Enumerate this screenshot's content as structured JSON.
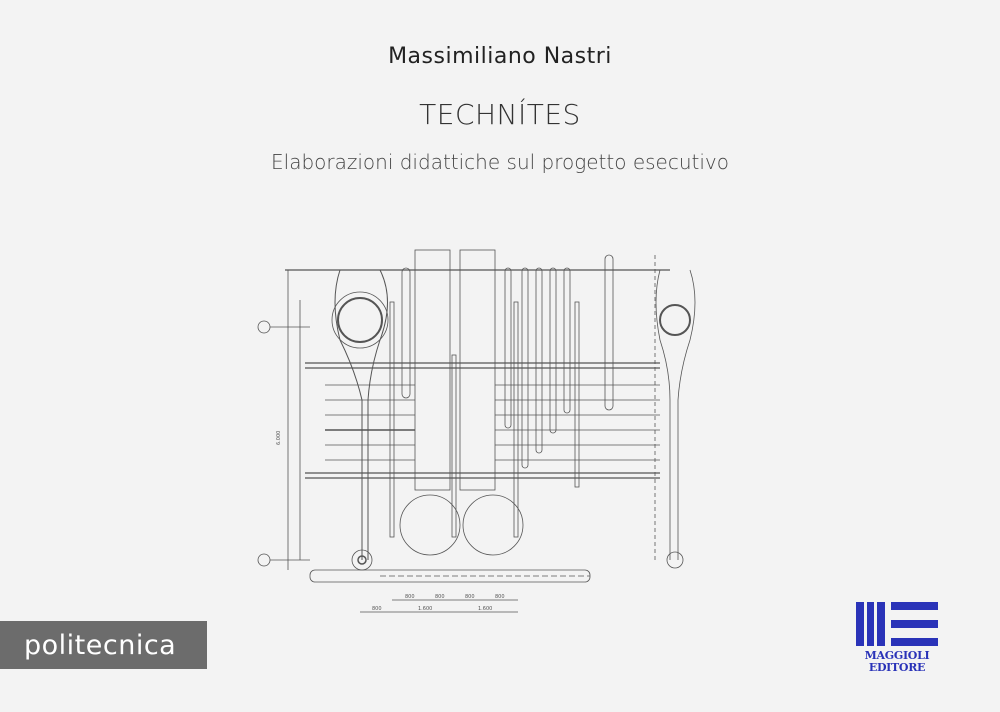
{
  "cover": {
    "author": "Massimiliano Nastri",
    "title": "TECHNÍTES",
    "subtitle": "Elaborazioni didattiche sul progetto esecutivo"
  },
  "series": {
    "label": "politecnica",
    "bar_color": "#6c6c6c"
  },
  "publisher": {
    "name_line1": "MAGGIOLI",
    "name_line2": "EDITORE",
    "brand_color": "#2a33b8"
  },
  "drawing": {
    "description": "technical construction drawing (elevation) with dimension lines",
    "dimensions_bottom_row1": [
      "800",
      "800",
      "800",
      "800"
    ],
    "dimensions_bottom_row2": [
      "800",
      "1.600",
      "1.600"
    ],
    "dimension_left_total": "6.000"
  }
}
